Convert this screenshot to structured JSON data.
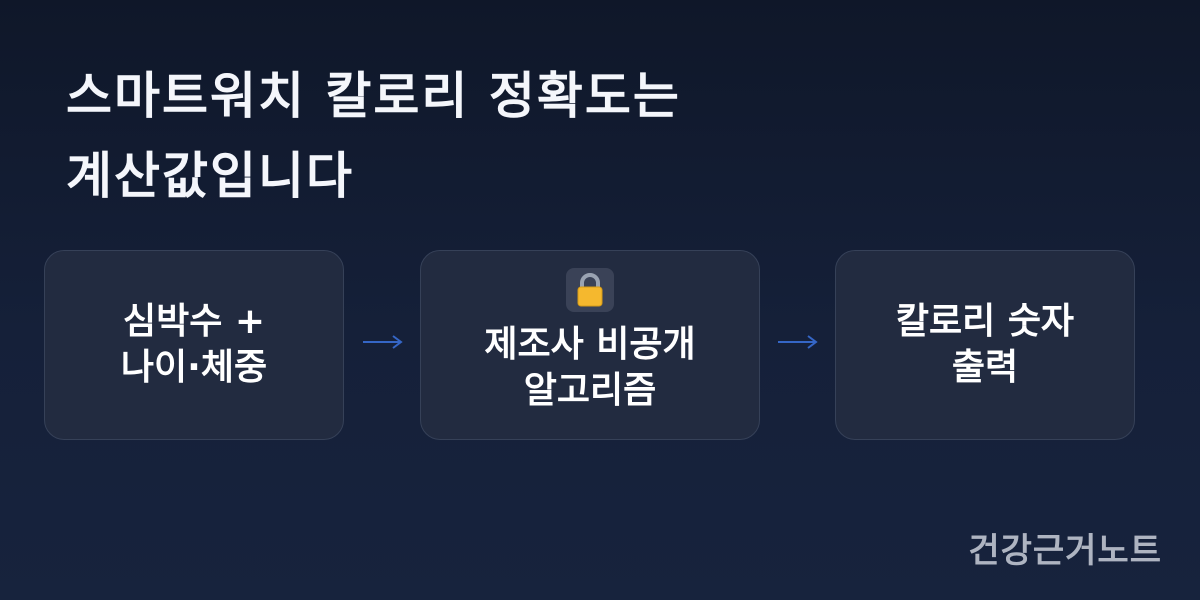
{
  "title": {
    "line1": "스마트워치 칼로리 정확도는",
    "line2": "계산값입니다"
  },
  "flow": {
    "step1": "심박수 +\n나이·체중",
    "step2": "제조사 비공개\n알고리즘",
    "step3": "칼로리 숫자\n출력"
  },
  "icons": {
    "lock": "lock-icon",
    "arrow": "right-arrow-icon"
  },
  "footer": {
    "brand": "건강근거노트"
  },
  "colors": {
    "background": "#152039",
    "box": "#222b40",
    "arrow": "#3566c6",
    "lock_body": "#f5b82e"
  }
}
